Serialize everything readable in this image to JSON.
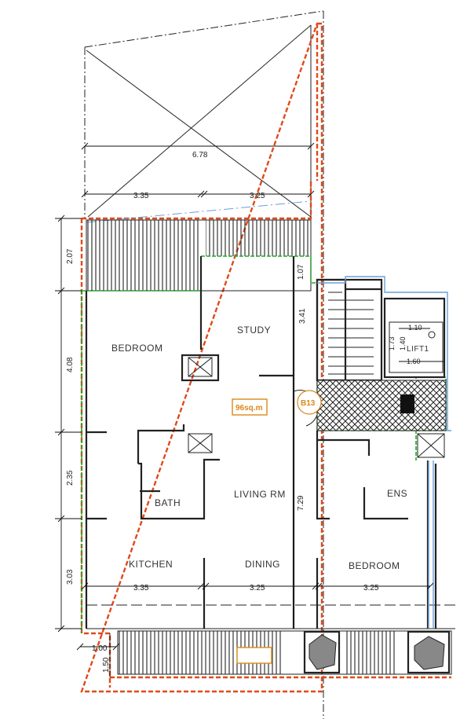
{
  "rooms": {
    "bedroom_left": "BEDROOM",
    "study": "STUDY",
    "bath": "BATH",
    "living": "LIVING RM",
    "kitchen": "KITCHEN",
    "dining": "DINING",
    "bedroom_right": "BEDROOM",
    "ens": "ENS",
    "lift": "LIFT1"
  },
  "area_tag": "96sq.m",
  "unit_tag": "B13",
  "dimensions": {
    "top_total": "6.78",
    "top_left": "3.35",
    "top_right": "3.25",
    "vertical_balcony": "2.07",
    "vertical_bedroom": "4.08",
    "vertical_mid": "2.35",
    "vertical_kitchen": "3.03",
    "study_height": "3.41",
    "living_height": "7.29",
    "balcony_depth": "1.07",
    "bottom_left": "3.35",
    "bottom_mid": "3.25",
    "bottom_right": "3.25",
    "bottom_width": "1.00",
    "bottom_depth": "1.50",
    "lift_w": "1.10",
    "lift_d1": "1.73",
    "lift_d2": "1.40",
    "lift_w2": "1.60"
  },
  "colors": {
    "boundary_red": "#e04a1a",
    "boundary_green": "#1faa2a",
    "boundary_blue": "#6a9fd8",
    "tag_orange": "#d98a1a"
  }
}
